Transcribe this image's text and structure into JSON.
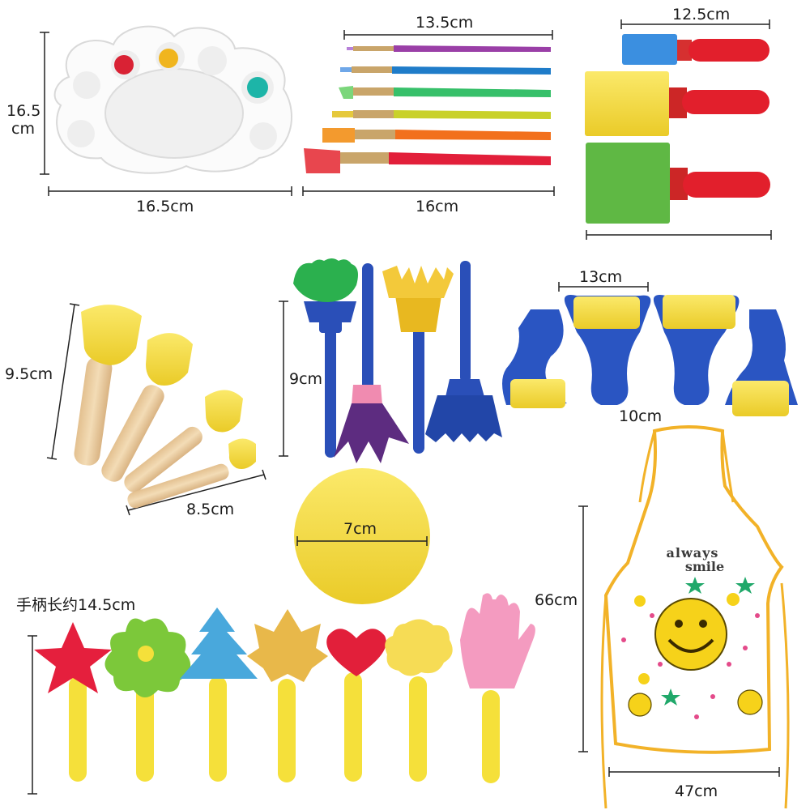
{
  "dimensions": {
    "palette_height": "16.5",
    "palette_height_unit": "cm",
    "palette_width": "16.5cm",
    "brush_length": "13.5cm",
    "brush_handle_span": "16cm",
    "sponge_brush_length": "12.5cm",
    "stamper_height": "9.5cm",
    "stamper_width": "8.5cm",
    "spinner_height": "9cm",
    "roller_width": "13cm",
    "roller_height": "10cm",
    "round_sponge": "7cm",
    "handle_length": "手柄长约14.5cm",
    "apron_height": "66cm",
    "apron_width": "47cm"
  },
  "apron": {
    "slogan_line1": "always",
    "slogan_line2": "smile"
  },
  "colors": {
    "sponge_yellow": "#f6e04a",
    "handle_red": "#e0202c",
    "handle_blue": "#2a4fb8",
    "handle_yellow": "#f5e03a",
    "wood": "#ecd3a8",
    "apron_trim": "#f2b228"
  }
}
